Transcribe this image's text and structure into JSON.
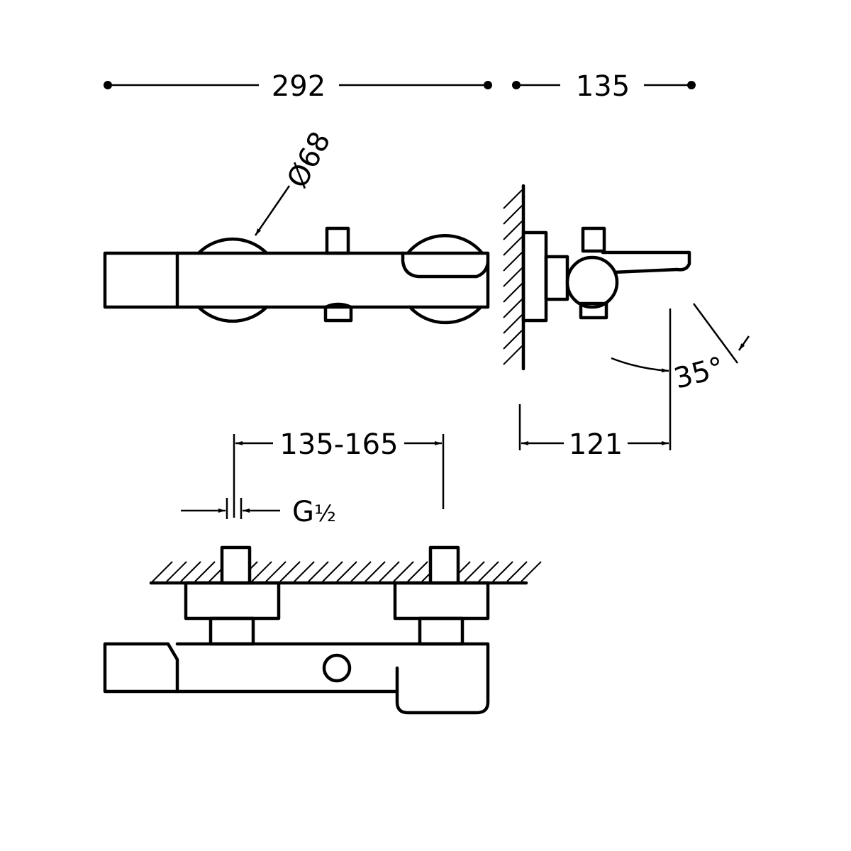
{
  "dimensions": {
    "overall_length": "292",
    "projection": "135",
    "knob_diameter": "Ø68",
    "spout_angle": "35°",
    "spout_reach": "121",
    "inlet_centers": "135-165",
    "thread": "G",
    "thread_fraction": "½"
  },
  "colors": {
    "line": "#000000",
    "background": "#ffffff"
  }
}
